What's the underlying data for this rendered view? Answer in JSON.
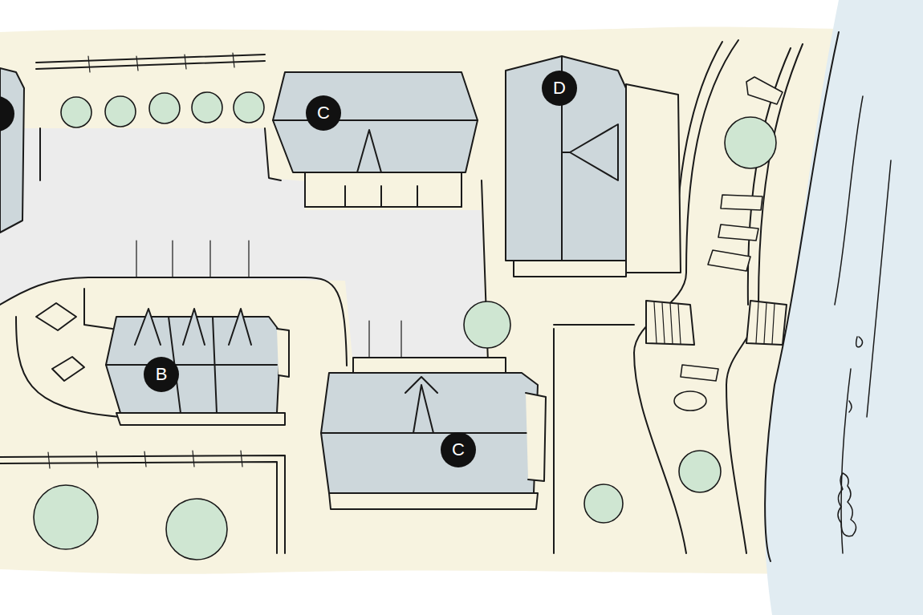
{
  "diagram": {
    "labels": [
      "C",
      "D",
      "B",
      "C"
    ]
  }
}
